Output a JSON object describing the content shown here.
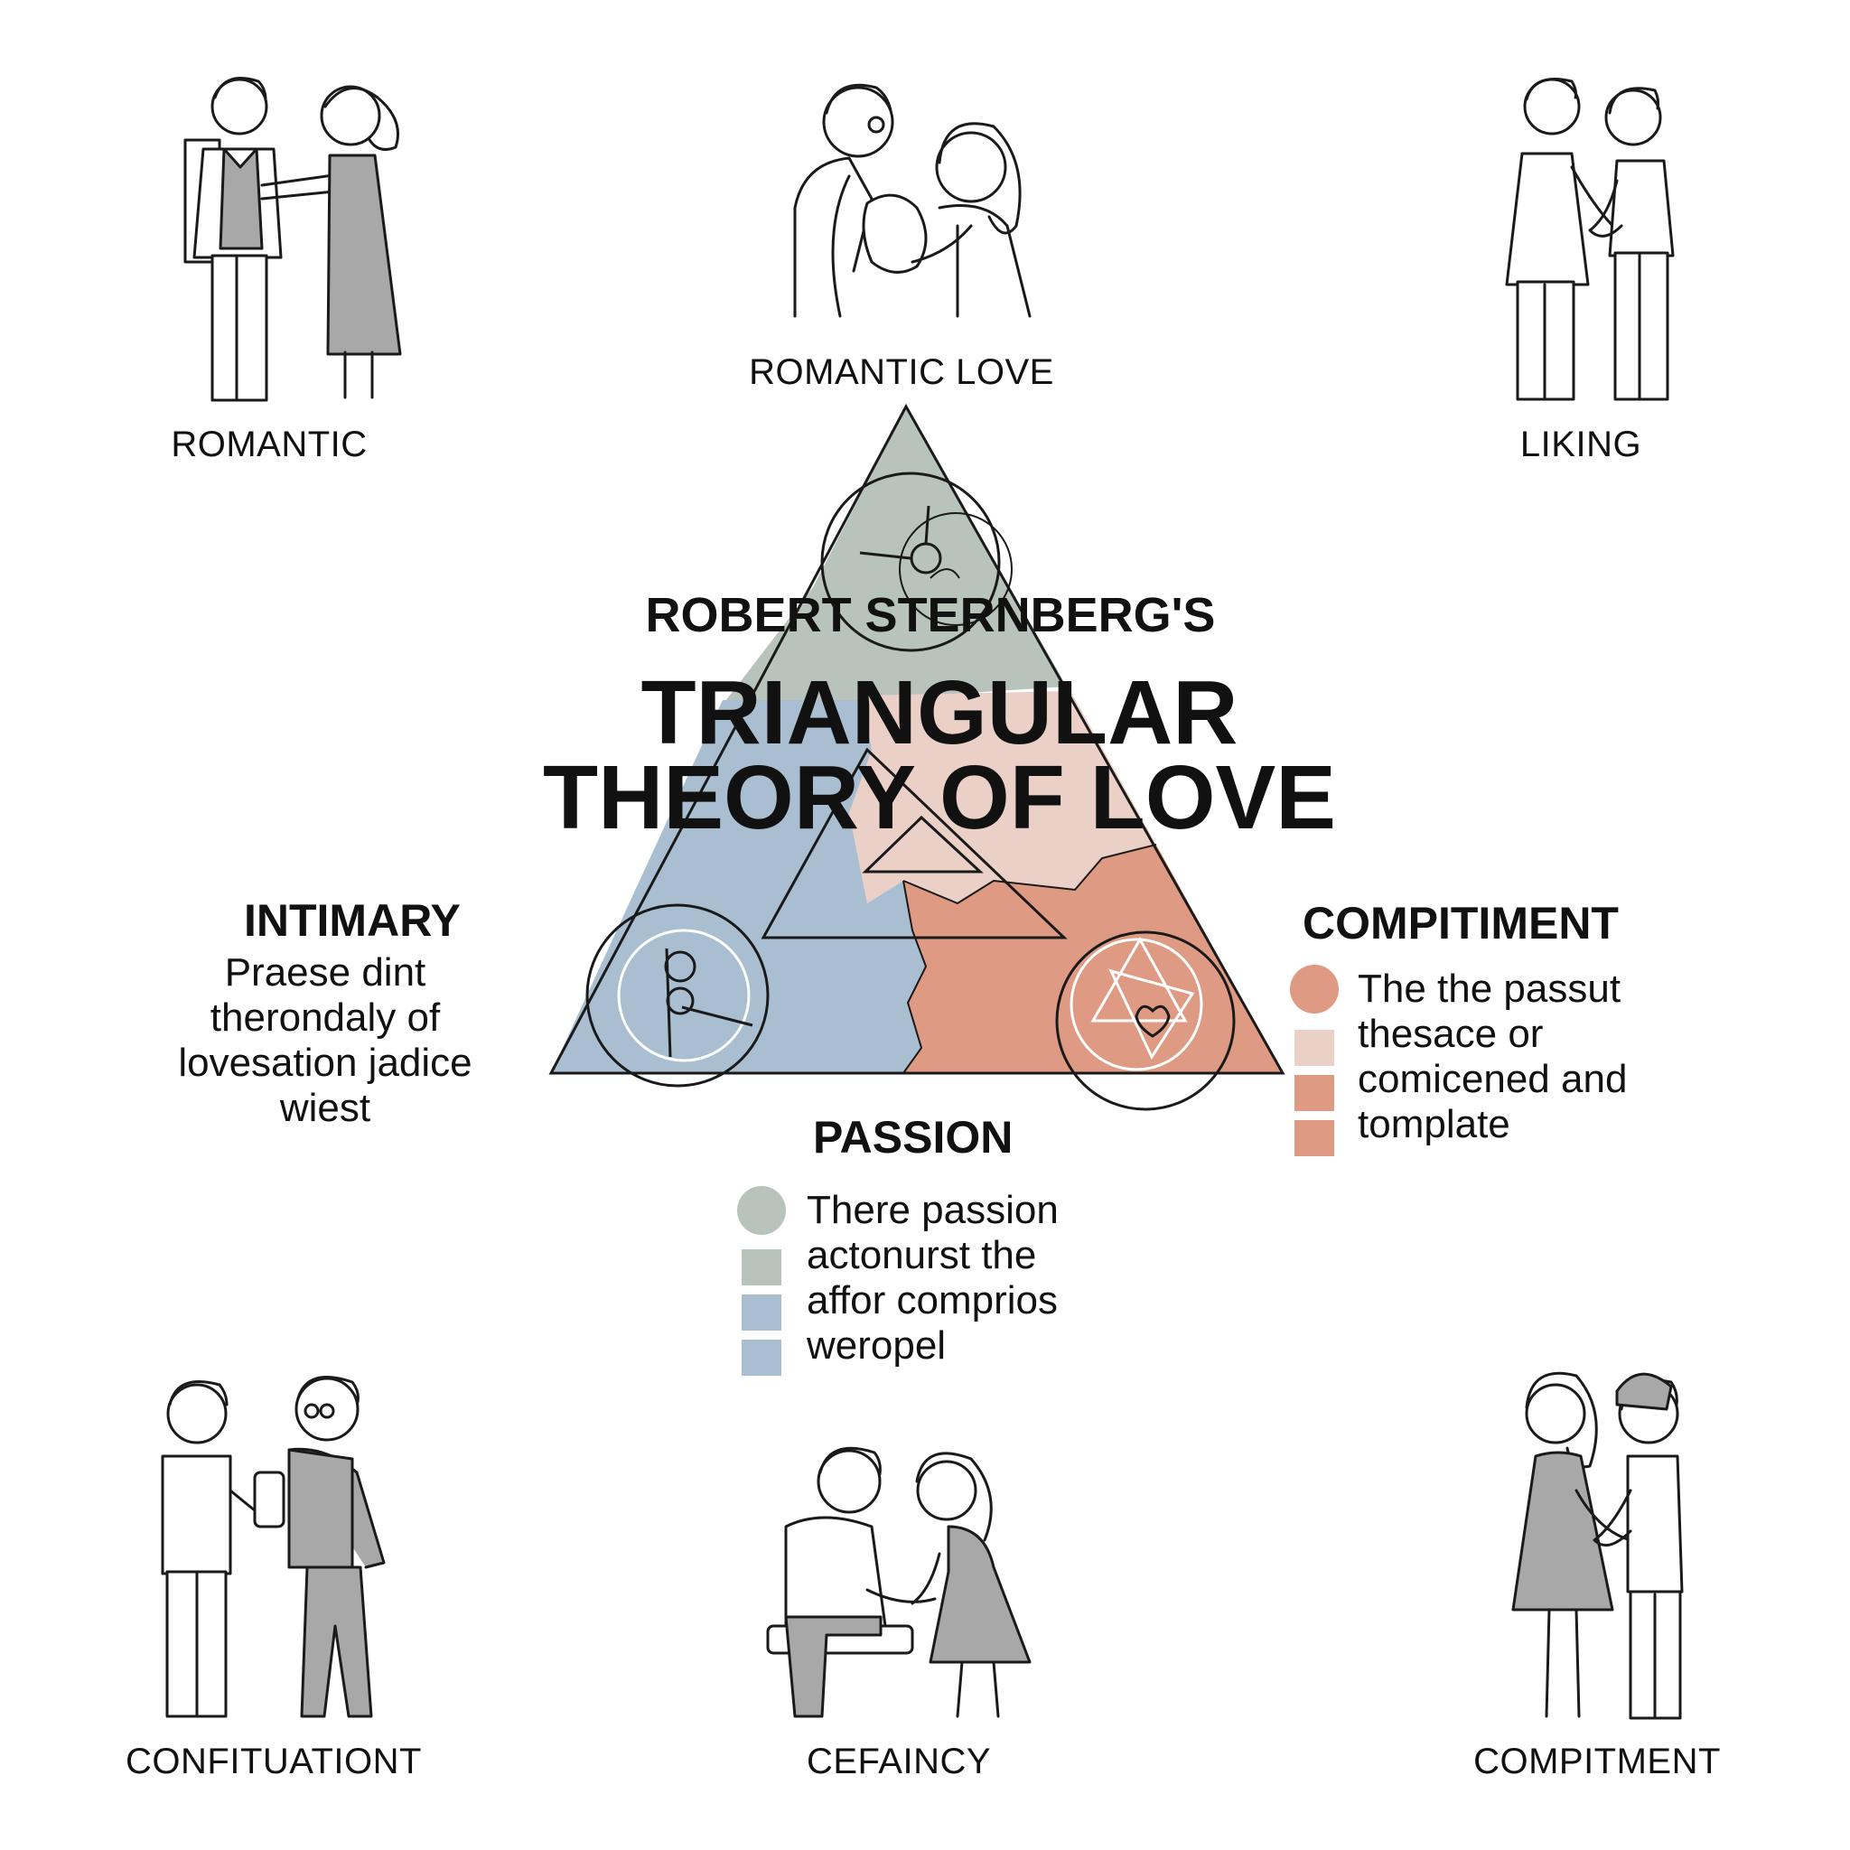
{
  "title": {
    "line1": "ROBERT STERNBERG'S",
    "line2a": "TRIANGULAR",
    "line2b": "THEORY OF LOVE"
  },
  "scenes": [
    {
      "id": "top-left",
      "label": "ROMANTIC"
    },
    {
      "id": "top-center",
      "label": "ROMANTIC LOVE"
    },
    {
      "id": "top-right",
      "label": "LIKING"
    },
    {
      "id": "bottom-left",
      "label": "CONFITUATIONT"
    },
    {
      "id": "bottom-center",
      "label": "CEFAINCY"
    },
    {
      "id": "bottom-right",
      "label": "COMPITMENT"
    }
  ],
  "components": {
    "intimacy": {
      "heading": "INTIMARY",
      "lines": [
        "Praese dint",
        "therondaly of",
        "lovesation jadice",
        "wiest"
      ]
    },
    "commitment": {
      "heading": "COMPITIMENT",
      "lines": [
        "The the passut",
        "thesace or",
        "comicened and",
        "tomplate"
      ]
    },
    "passion": {
      "heading": "PASSION",
      "lines": [
        "There passion",
        "actonurst the",
        "affor comprios",
        "weropel"
      ]
    }
  },
  "colors": {
    "sage": "#b7c3bb",
    "blue": "#a9bfd1",
    "peach": "#ead0c6",
    "coral": "#de9a82",
    "line": "#1a1a1a",
    "figure_fill": "#a8a8a8"
  }
}
